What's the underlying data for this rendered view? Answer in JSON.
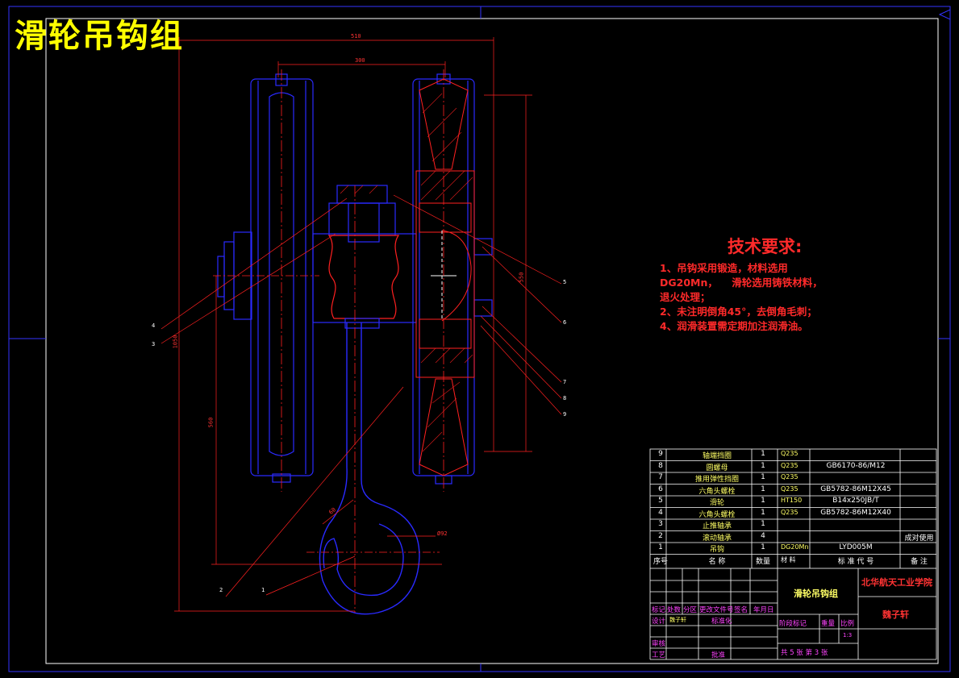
{
  "drawing_title": "滑轮吊钩组",
  "technical_requirements": {
    "heading": "技术要求:",
    "lines": [
      "1、吊钩采用锻造，材料选用",
      "DG20Mn，    滑轮选用铸铁材料，",
      "退火处理；",
      "2、未注明倒角45°，去倒角毛刺；",
      "4、润滑装置需定期加注润滑油。"
    ]
  },
  "dimensions": {
    "overall_width": "510",
    "inner_width": "300",
    "overall_height": "1050",
    "hook_length": "560",
    "pulley_height": "550",
    "hook_throat": "60",
    "hook_diameter": "Ø92"
  },
  "callouts": [
    "5",
    "6",
    "7",
    "8",
    "9",
    "4",
    "3",
    "2",
    "1"
  ],
  "parts_list": {
    "rows": [
      {
        "no": "9",
        "name": "轴端挡圈",
        "qty": "1",
        "material": "Q235",
        "standard": "",
        "remark": ""
      },
      {
        "no": "8",
        "name": "圆螺母",
        "qty": "1",
        "material": "Q235",
        "standard": "GB6170-86/M12",
        "remark": ""
      },
      {
        "no": "7",
        "name": "推用弹性挡圈",
        "qty": "1",
        "material": "Q235",
        "standard": "",
        "remark": ""
      },
      {
        "no": "6",
        "name": "六角头螺栓",
        "qty": "1",
        "material": "Q235",
        "standard": "GB5782-86M12X45",
        "remark": ""
      },
      {
        "no": "5",
        "name": "滑轮",
        "qty": "1",
        "material": "HT150",
        "standard": "B14x250JB/T",
        "remark": ""
      },
      {
        "no": "4",
        "name": "六角头螺栓",
        "qty": "1",
        "material": "Q235",
        "standard": "GB5782-86M12X40",
        "remark": ""
      },
      {
        "no": "3",
        "name": "止推轴承",
        "qty": "1",
        "material": "",
        "standard": "",
        "remark": ""
      },
      {
        "no": "2",
        "name": "滚动轴承",
        "qty": "4",
        "material": "",
        "standard": "",
        "remark": "成对使用"
      },
      {
        "no": "1",
        "name": "吊钩",
        "qty": "1",
        "material": "DG20Mn",
        "standard": "LYD005M",
        "remark": ""
      }
    ],
    "header": {
      "no": "序号",
      "name": "名  称",
      "qty": "数量",
      "material": "材  料",
      "standard": "标 准 代 号",
      "remark": "备  注"
    }
  },
  "title_block": {
    "drawing_name": "滑轮吊钩组",
    "school": "北华航天工业学院",
    "designer_name": "魏子轩",
    "labels": {
      "mark": "标记",
      "count": "处数",
      "zone": "分区",
      "change_doc": "更改文件号",
      "sign": "签名",
      "date": "年月日",
      "design": "设计",
      "designer_value": "魏子轩",
      "standardize": "标准化",
      "stage": "阶段标记",
      "weight": "重量",
      "scale": "比例",
      "review": "审核",
      "process": "工艺",
      "approve": "批准"
    },
    "scale_value": "1:3",
    "sheets": "共 5 张  第 3 张"
  },
  "colors": {
    "background": "#000000",
    "outline": "#0000ff",
    "hidden": "#ff2020",
    "frame": "#ffffff",
    "title": "#ffff00",
    "text_red": "#ff2a2a"
  }
}
